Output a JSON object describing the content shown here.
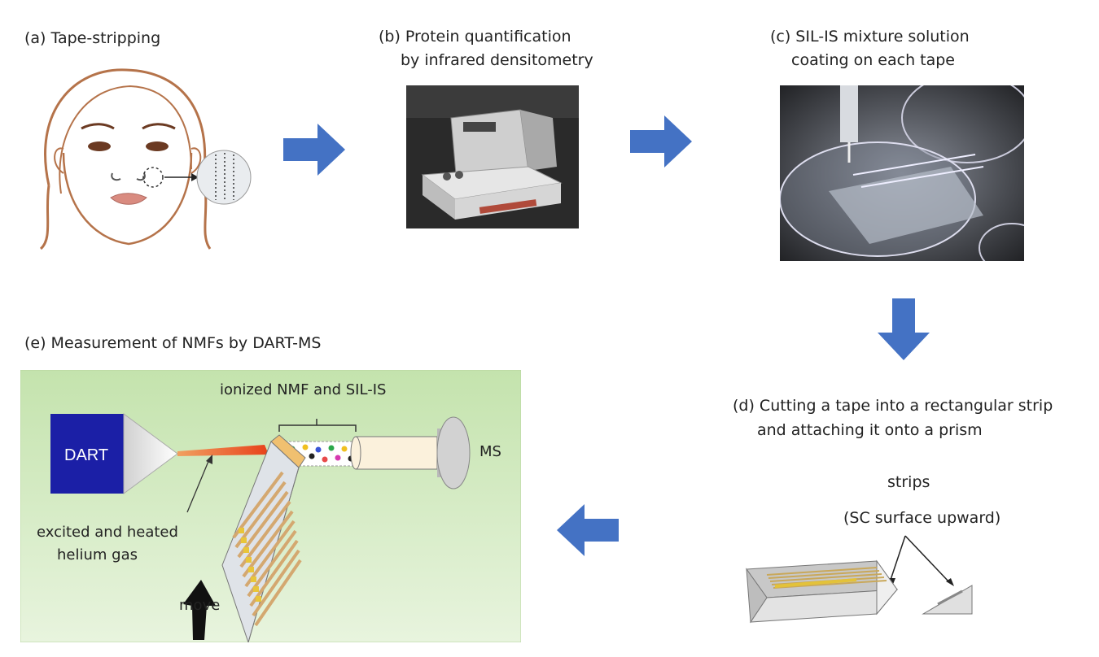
{
  "steps": {
    "a": {
      "label": "(a) Tape-stripping"
    },
    "b": {
      "label_line1": "(b) Protein quantification",
      "label_line2": "by infrared densitometry"
    },
    "c": {
      "label_line1": "(c) SIL-IS mixture solution",
      "label_line2": "coating on each tape"
    },
    "d": {
      "label_line1": "(d) Cutting a tape into a rectangular strip",
      "label_line2": "and attaching it onto a prism",
      "strips_line1": "strips",
      "strips_line2": "(SC surface upward)"
    },
    "e": {
      "label": "(e) Measurement  of NMFs by DART-MS",
      "dart": "DART",
      "ms": "MS",
      "ionized": "ionized NMF and SIL-IS",
      "gas_line1": "excited and heated",
      "gas_line2": "helium gas",
      "move": "move"
    }
  },
  "colors": {
    "arrow_blue": "#4472c4",
    "dart_blue": "#1b1fa6",
    "panel_green": "#d5ecc6",
    "beam_orange": "#e8421a"
  }
}
